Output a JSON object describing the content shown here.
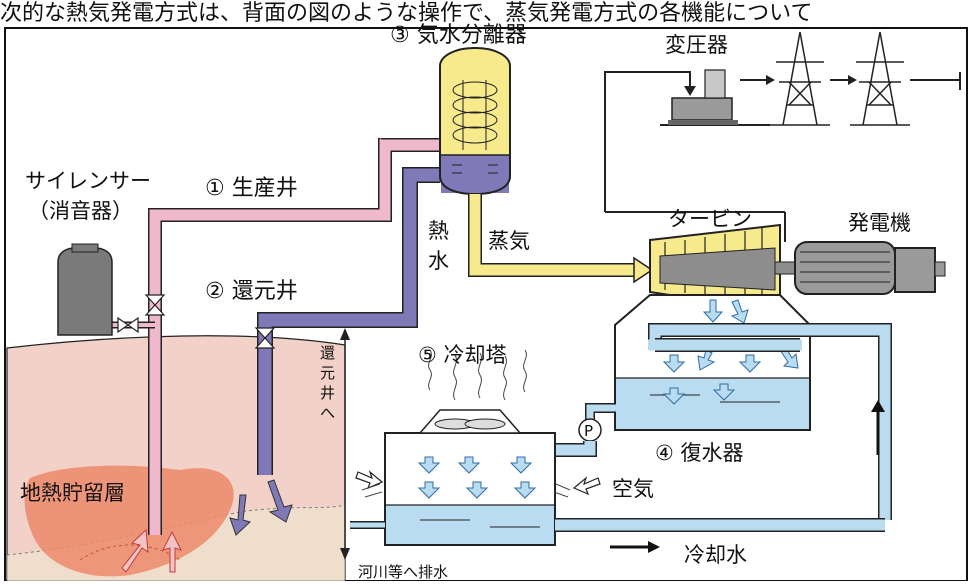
{
  "top_caption": "次的な熱気発電方式は、背面の図のような操作で、蒸気発電方式の各機能について",
  "labels": {
    "separator": "③ 気水分離器",
    "transformer": "変圧器",
    "silencer_1": "サイレンサー",
    "silencer_2": "（消音器）",
    "production_well": "① 生産井",
    "reinjection_well": "② 還元井",
    "hot_water_1": "熱",
    "hot_water_2": "水",
    "steam": "蒸気",
    "turbine": "タービン",
    "generator": "発電機",
    "to_reinjection_1": "還",
    "to_reinjection_2": "元",
    "to_reinjection_3": "井",
    "to_reinjection_4": "へ",
    "cooling_tower": "⑤ 冷却塔",
    "pump": "P",
    "condenser": "④ 復水器",
    "air": "空気",
    "reservoir": "地熱貯留層",
    "discharge": "河川等へ排水",
    "cooling_water": "冷却水"
  },
  "colors": {
    "production_pipe": "#f0b8cc",
    "reinjection_pipe": "#7f79b8",
    "steam_pipe": "#f6ea8c",
    "water": "#b9dcf0",
    "ground": "#f2d1c8",
    "reservoir": "#ec8a6a",
    "silencer": "#7a7a7a"
  }
}
